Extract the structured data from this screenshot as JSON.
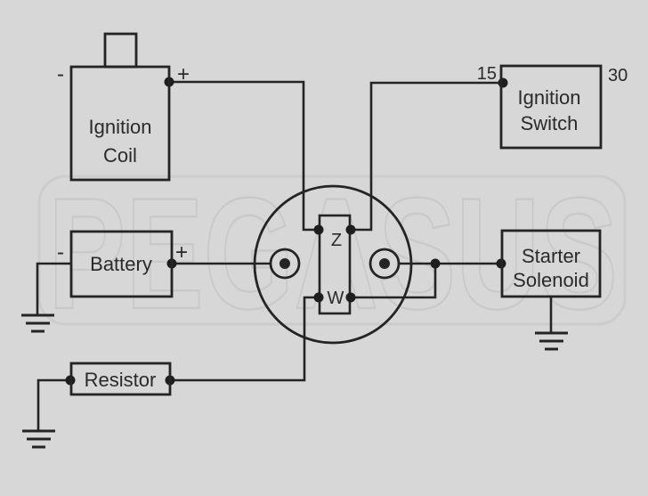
{
  "watermark": {
    "text": "PEGASUS"
  },
  "colors": {
    "background": "#d7d7d7",
    "line": "#242424",
    "text": "#2a2a2a",
    "watermark": "#c9c9c9"
  },
  "components": {
    "ignition_coil": {
      "name_line1": "Ignition",
      "name_line2": "Coil",
      "terminal_neg": "-",
      "terminal_pos": "+"
    },
    "battery": {
      "name": "Battery",
      "terminal_neg": "-",
      "terminal_pos": "+"
    },
    "resistor": {
      "name": "Resistor"
    },
    "ignition_switch": {
      "name_line1": "Ignition",
      "name_line2": "Switch",
      "terminal_15": "15",
      "terminal_30": "30"
    },
    "starter_solenoid": {
      "name_line1": "Starter",
      "name_line2": "Solenoid"
    },
    "master_switch": {
      "terminal_z": "Z",
      "terminal_w": "W"
    }
  }
}
